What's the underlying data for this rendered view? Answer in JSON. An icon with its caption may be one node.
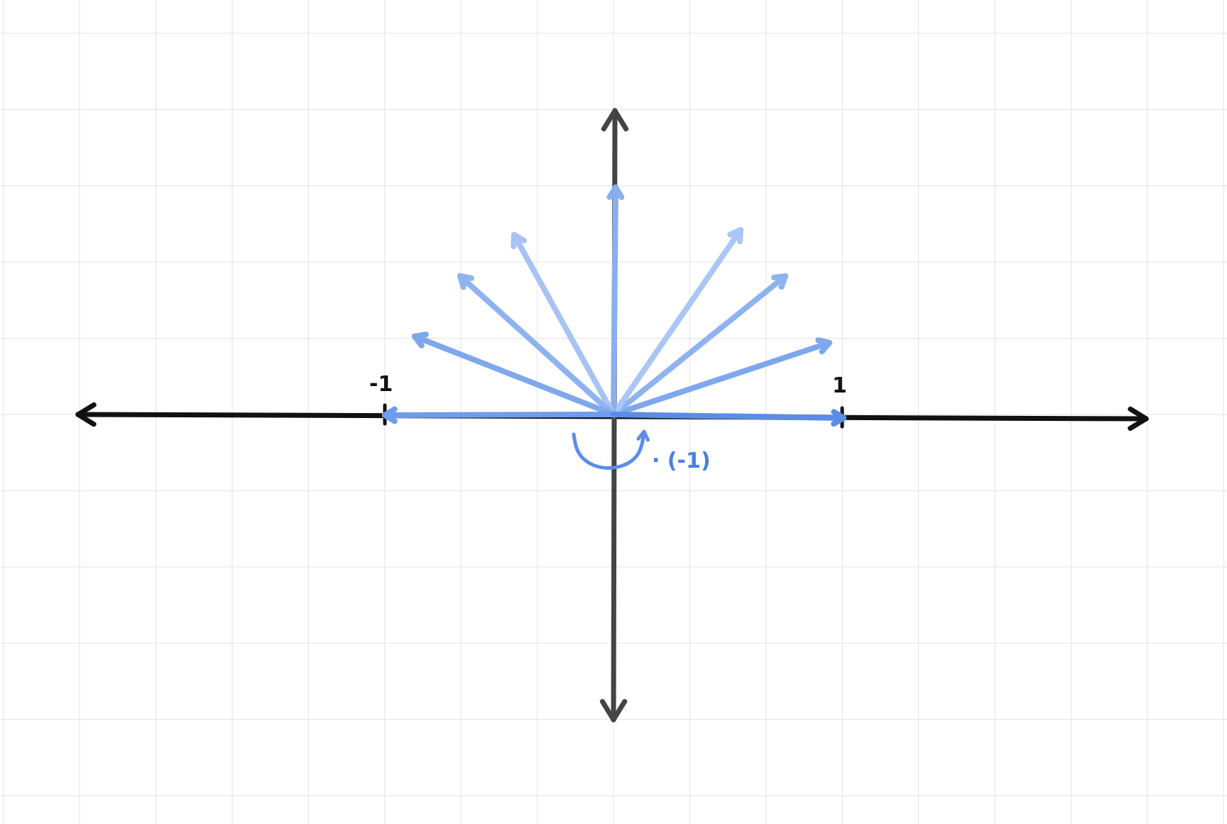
{
  "diagram": {
    "labels": [
      "-1",
      "1",
      "· (-1)"
    ]
  }
}
